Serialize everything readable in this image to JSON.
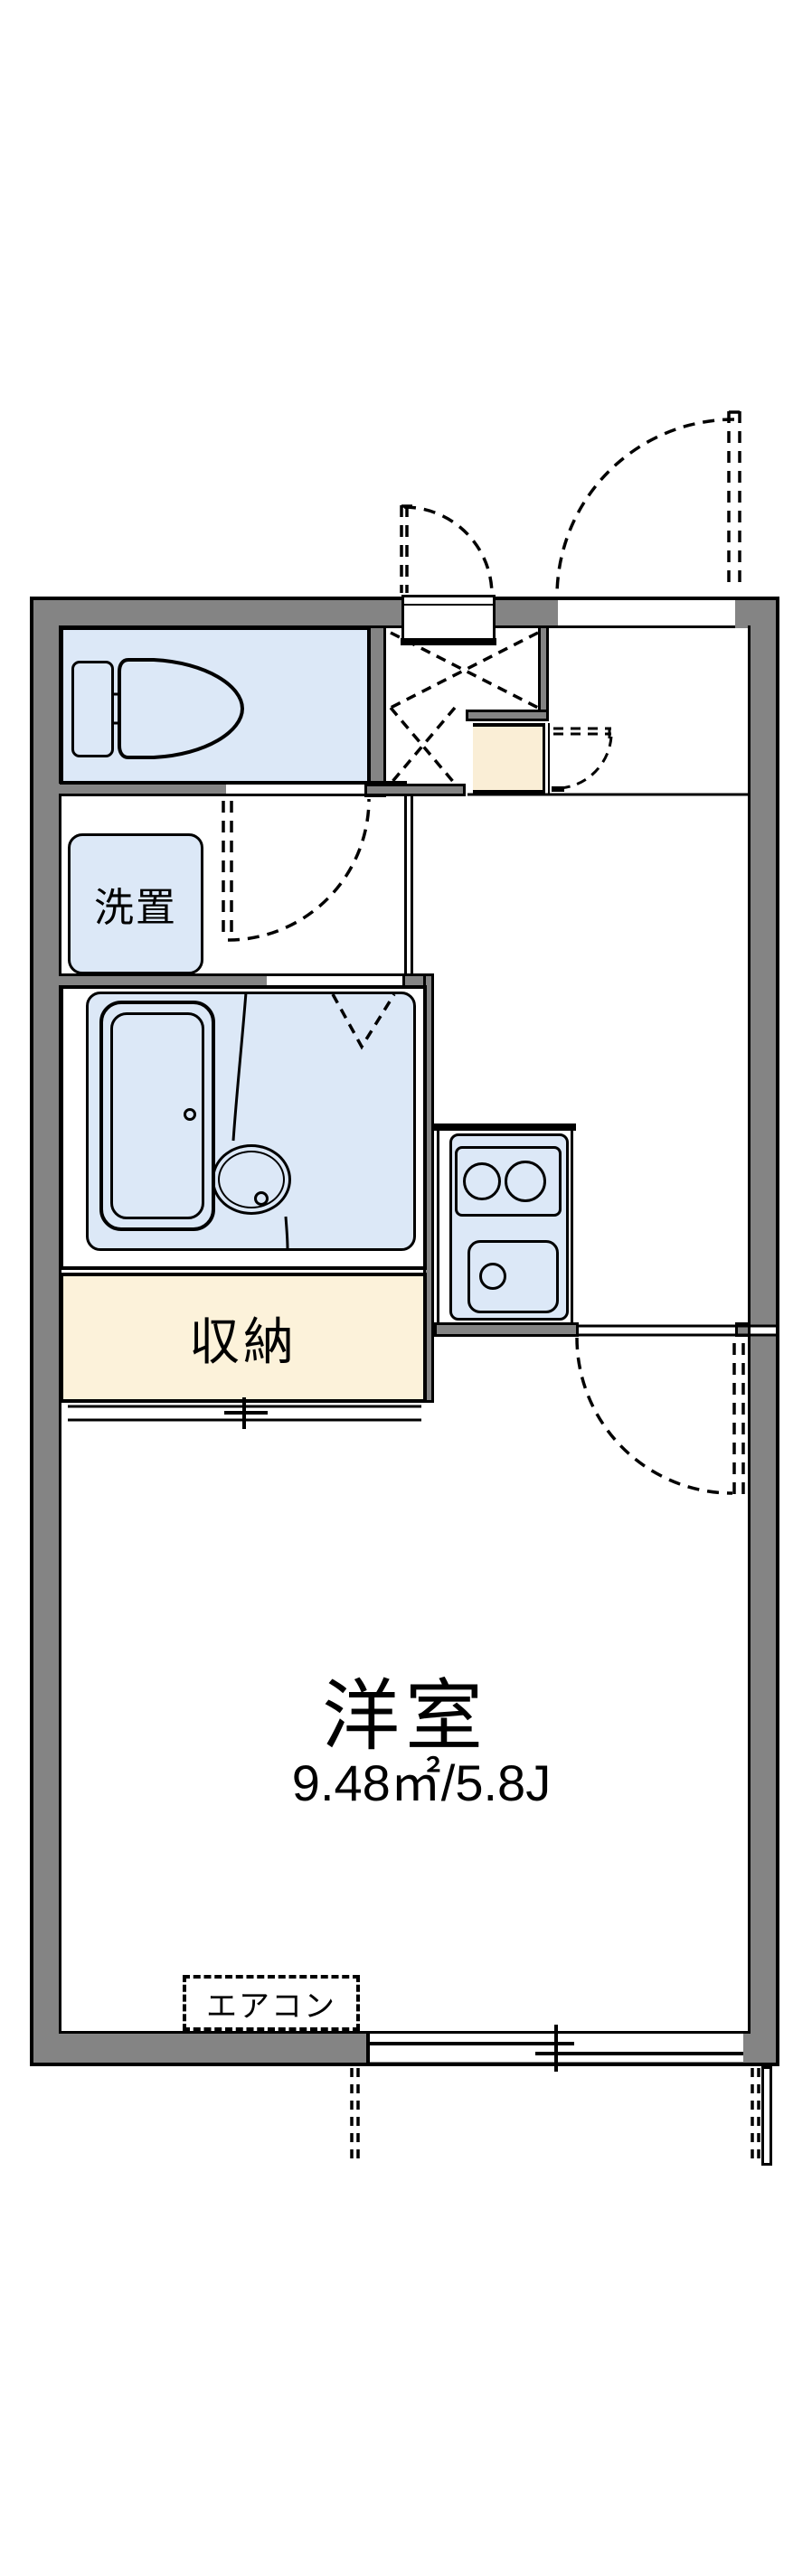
{
  "plan": {
    "type": "japanese-apartment-floor-plan",
    "rooms": {
      "main_room": {
        "name": "洋室",
        "area": "9.48㎡/5.8J"
      },
      "closet": {
        "label": "収納"
      },
      "washer": {
        "label": "洗置"
      },
      "aircon": {
        "label": "エアコン"
      }
    },
    "colors": {
      "wall_gray": "#848484",
      "fixture_blue": "#dce8f7",
      "closet_cream": "#fcf2da",
      "cabinet_cream": "#faeed6",
      "line_black": "#000000"
    }
  }
}
